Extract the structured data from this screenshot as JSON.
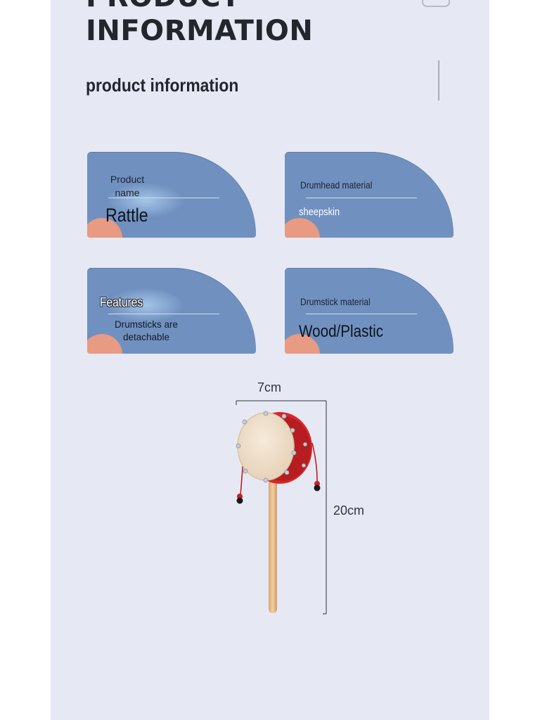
{
  "header": {
    "title_line1": "PRODUCT",
    "title_line2": "INFORMATION",
    "subtitle": "product information"
  },
  "cards": [
    {
      "label": "Product\nname",
      "value": "Rattle"
    },
    {
      "label": "Drumhead material",
      "value": "sheepskin"
    },
    {
      "label": "Features",
      "value": "Drumsticks are\ndetachable"
    },
    {
      "label": "Drumstick material",
      "value": "Wood/Plastic"
    }
  ],
  "dimensions": {
    "width": "7cm",
    "height": "20cm"
  },
  "colors": {
    "panel": "#e6e9f3",
    "card": "#7091c0",
    "accent": "#e89a82",
    "drum_red": "#d8262a"
  }
}
